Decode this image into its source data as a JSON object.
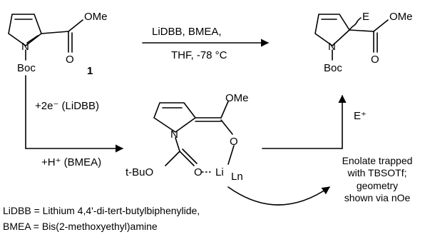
{
  "compound_1": {
    "ester": "OMe",
    "n_label": "N",
    "o_label": "O",
    "boc_label": "Boc",
    "number": "1"
  },
  "top_arrow": {
    "reagents": "LiDBB, BMEA,",
    "conditions": "THF, -78 °C"
  },
  "product": {
    "electrophile": "E",
    "ester": "OMe",
    "n_label": "N",
    "o_label": "O",
    "boc_label": "Boc"
  },
  "down_arrow": {
    "step1": "+2e⁻ (LiDBB)",
    "step2": "+H⁺ (BMEA)"
  },
  "enolate": {
    "ome": "OMe",
    "n_label": "N",
    "o_enol": "O",
    "o_carbonyl": "O",
    "tbuo": "t-BuO",
    "li": "Li",
    "ligand": "Ln"
  },
  "up_arrow": {
    "label": "E⁺"
  },
  "note": {
    "line1": "Enolate trapped",
    "line2": "with TBSOTf;",
    "line3": "geometry",
    "line4": "shown via nOe"
  },
  "legend": {
    "liddb": "LiDBB = Lithium 4,4'-di-tert-butylbiphenylide,",
    "bmea": "BMEA = Bis(2-methoxyethyl)amine"
  }
}
